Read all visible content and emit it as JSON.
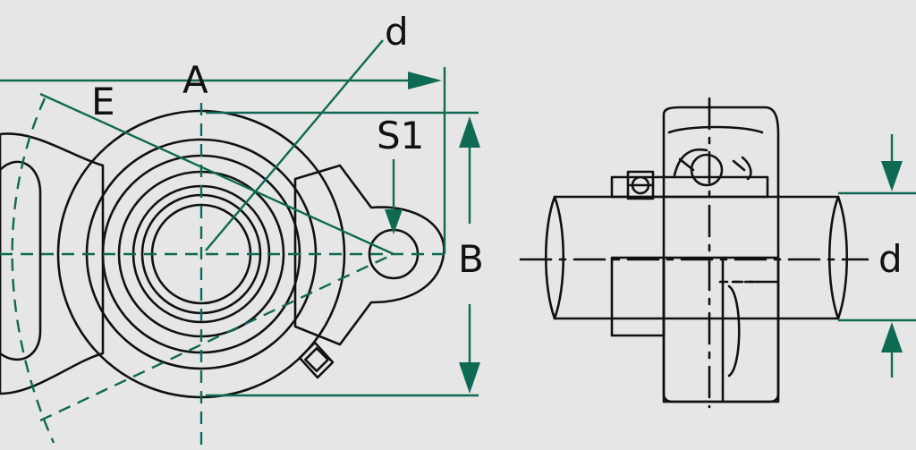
{
  "labels": {
    "a": "A",
    "b": "B",
    "d_left": "d",
    "d_right": "d",
    "e": "E",
    "s1": "S1"
  },
  "colors": {
    "background": "#e6e6e6",
    "body": "#c9d4cd",
    "ring": "#8fa69a",
    "dimension": "#0e6a52",
    "outline": "#111111"
  }
}
